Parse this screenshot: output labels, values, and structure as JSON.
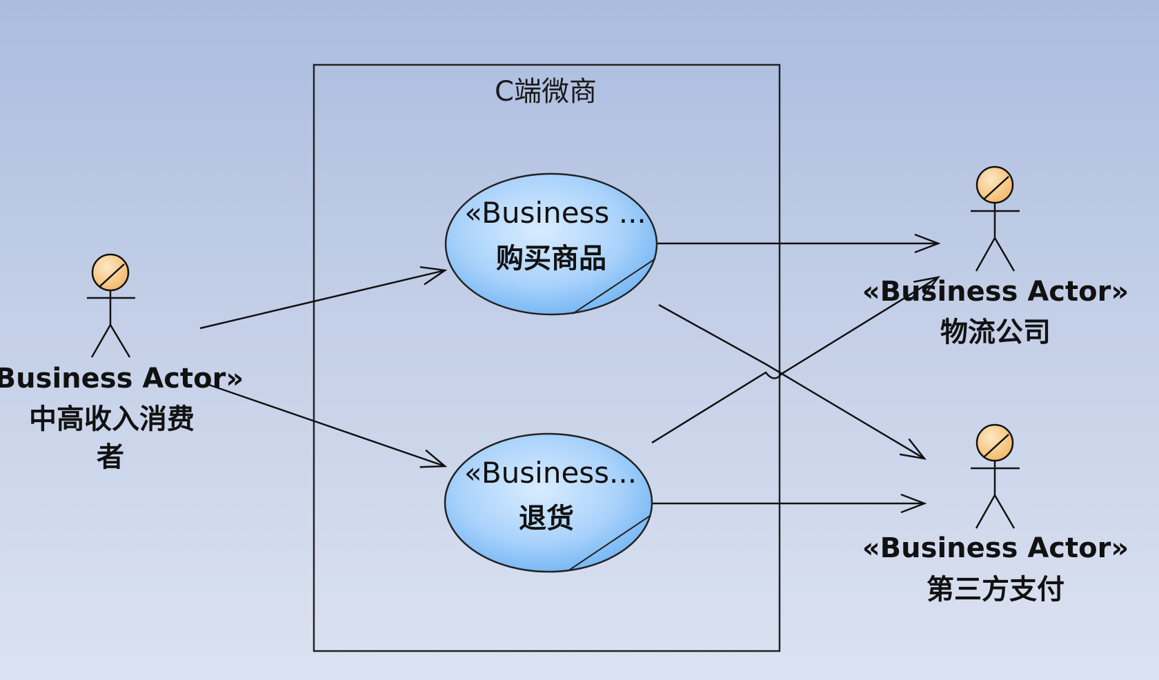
{
  "diagram": {
    "boundary": {
      "title": "C端微商"
    },
    "use_cases": [
      {
        "id": "buy",
        "stereotype": "«Business ...",
        "name": "购买商品"
      },
      {
        "id": "return",
        "stereotype": "«Business...",
        "name": "退货"
      }
    ],
    "actors": [
      {
        "id": "consumer",
        "stereotype": "«Business Actor»",
        "name_line1": "中高收入消费",
        "name_line2": "者"
      },
      {
        "id": "logistics",
        "stereotype": "«Business Actor»",
        "name_line1": "物流公司"
      },
      {
        "id": "payment",
        "stereotype": "«Business Actor»",
        "name_line1": "第三方支付"
      }
    ],
    "relations": [
      {
        "from": "consumer",
        "to": "buy"
      },
      {
        "from": "consumer",
        "to": "return"
      },
      {
        "from": "buy",
        "to": "logistics"
      },
      {
        "from": "buy",
        "to": "payment"
      },
      {
        "from": "return",
        "to": "logistics"
      },
      {
        "from": "return",
        "to": "payment"
      }
    ],
    "colors": {
      "use_case_fill_light": "#cfe6ff",
      "use_case_fill_dark": "#6eb4f5",
      "actor_head": "#f7c98a",
      "line": "#111111"
    }
  }
}
